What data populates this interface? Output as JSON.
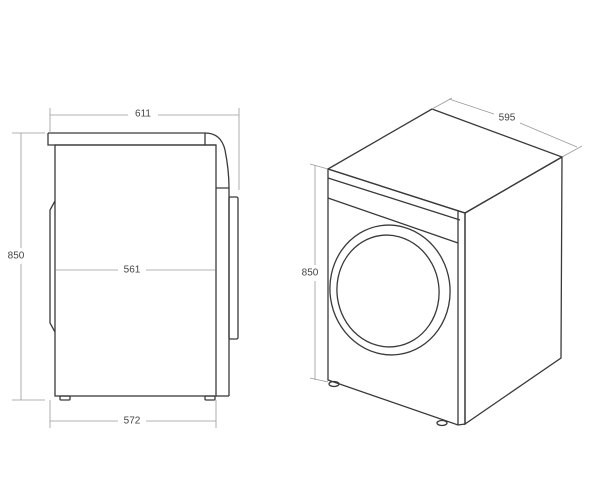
{
  "side_view": {
    "overall_depth": "611",
    "height": "850",
    "body_depth": "561",
    "base_depth": "572"
  },
  "perspective_view": {
    "width": "595",
    "height": "850"
  }
}
